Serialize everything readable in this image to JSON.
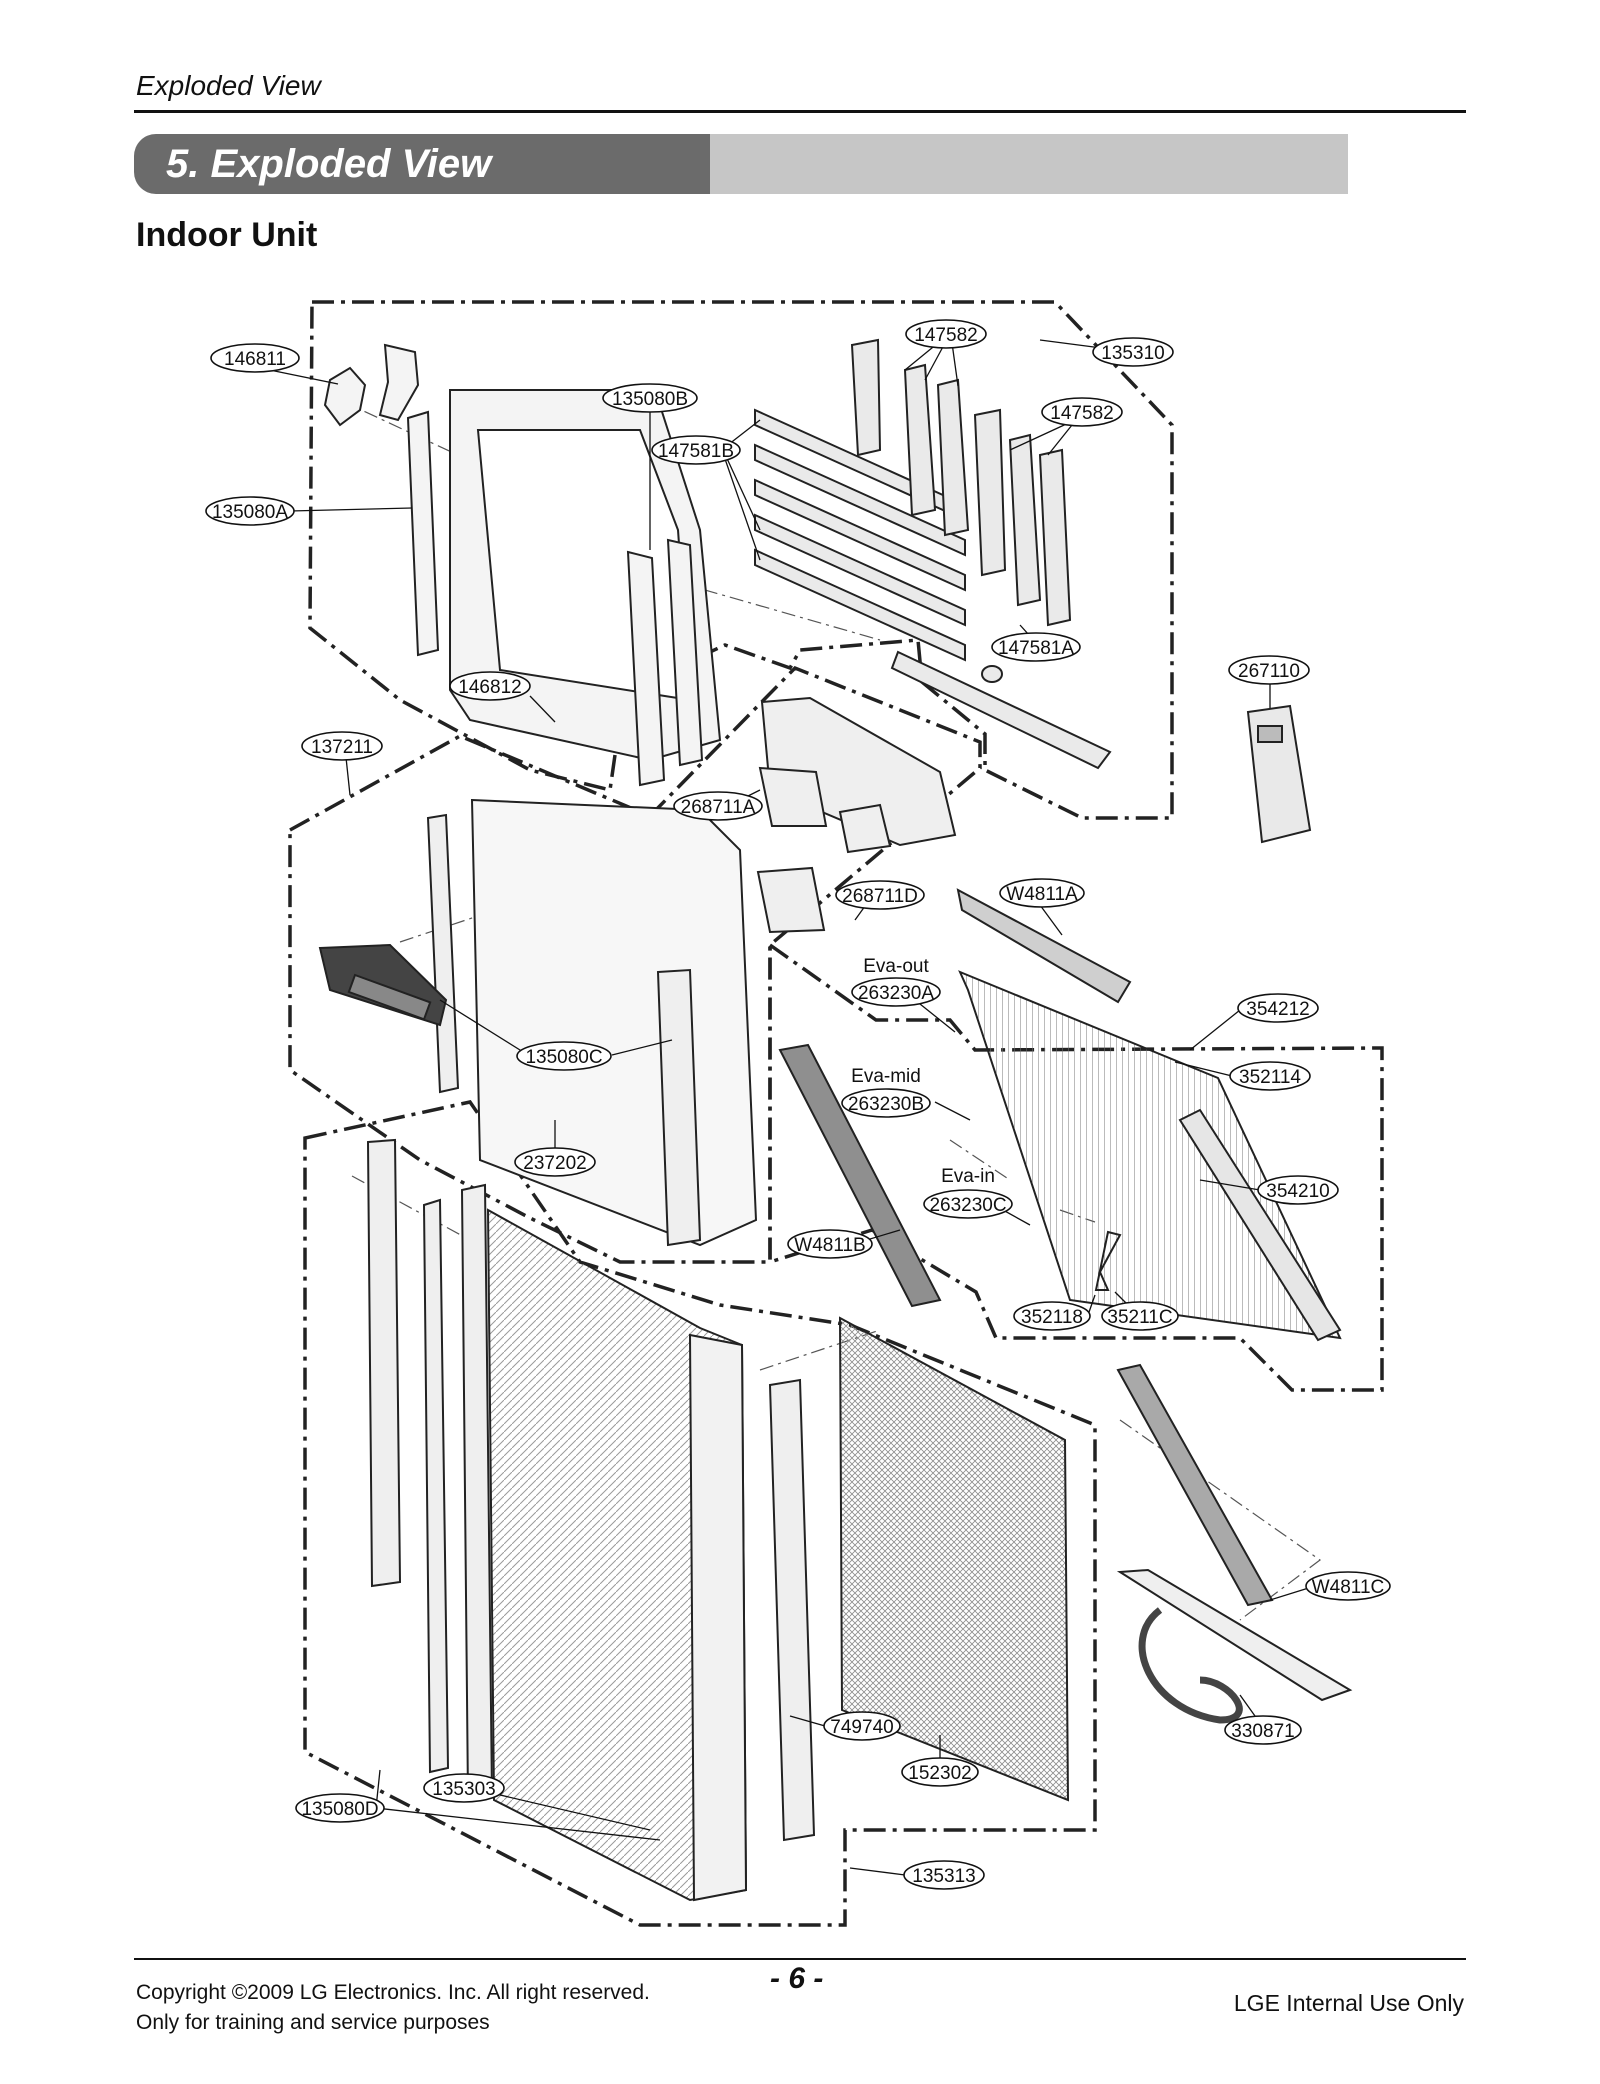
{
  "header": {
    "running_title": "Exploded View",
    "section_title": "5. Exploded View",
    "subtitle": "Indoor Unit"
  },
  "parts": [
    {
      "code": "146811"
    },
    {
      "code": "135080B"
    },
    {
      "code": "147582"
    },
    {
      "code": "135310"
    },
    {
      "code": "147582"
    },
    {
      "code": "147581B"
    },
    {
      "code": "135080A"
    },
    {
      "code": "147581A"
    },
    {
      "code": "267110"
    },
    {
      "code": "146812"
    },
    {
      "code": "137211"
    },
    {
      "code": "268711A"
    },
    {
      "code": "268711D"
    },
    {
      "code": "W4811A"
    },
    {
      "code": "263230A",
      "caption": "Eva-out"
    },
    {
      "code": "354212"
    },
    {
      "code": "135080C"
    },
    {
      "code": "352114"
    },
    {
      "code": "263230B",
      "caption": "Eva-mid"
    },
    {
      "code": "237202"
    },
    {
      "code": "263230C",
      "caption": "Eva-in"
    },
    {
      "code": "354210"
    },
    {
      "code": "W4811B"
    },
    {
      "code": "352118"
    },
    {
      "code": "35211C"
    },
    {
      "code": "W4811C"
    },
    {
      "code": "749740"
    },
    {
      "code": "330871"
    },
    {
      "code": "152302"
    },
    {
      "code": "135303"
    },
    {
      "code": "135080D"
    },
    {
      "code": "135313"
    }
  ],
  "footer": {
    "copyright": "Copyright ©2009 LG Electronics. Inc. All right reserved.",
    "purpose": "Only for training and service purposes",
    "page": "- 6 -",
    "restriction": "LGE Internal Use Only"
  }
}
